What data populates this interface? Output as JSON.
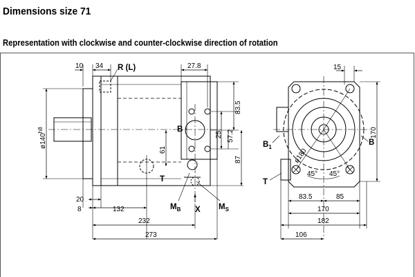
{
  "header": {
    "title": "Dimensions size 71",
    "subtitle": "Representation with clockwise and counter-clockwise direction of rotation"
  },
  "side_view": {
    "dims": {
      "d10": "10",
      "d34": "34",
      "d27_8": "27.8",
      "d83_5": "83.5",
      "d25": "25",
      "d57_2": "57.2",
      "d61": "61",
      "d87": "87",
      "d20": "20",
      "d8": "8",
      "d132": "132",
      "d232": "232",
      "d273": "273",
      "shaft_dia": "ø140",
      "shaft_tol": "h8"
    },
    "labels": {
      "r_l": "R (L)",
      "b": "B",
      "t": "T",
      "mb_main": "M",
      "mb_sub": "B",
      "x": "X",
      "ms_main": "M",
      "ms_sub": "S"
    }
  },
  "front_view": {
    "dims": {
      "d15": "15",
      "d170v": "170",
      "d83_5": "83.5",
      "d85": "85",
      "d170": "170",
      "d182": "182",
      "d106": "106",
      "d180": "ø180",
      "a45l": "45°",
      "a45r": "45°"
    },
    "labels": {
      "b1_main": "B",
      "b1_sub": "1",
      "b": "B",
      "t": "T"
    }
  }
}
